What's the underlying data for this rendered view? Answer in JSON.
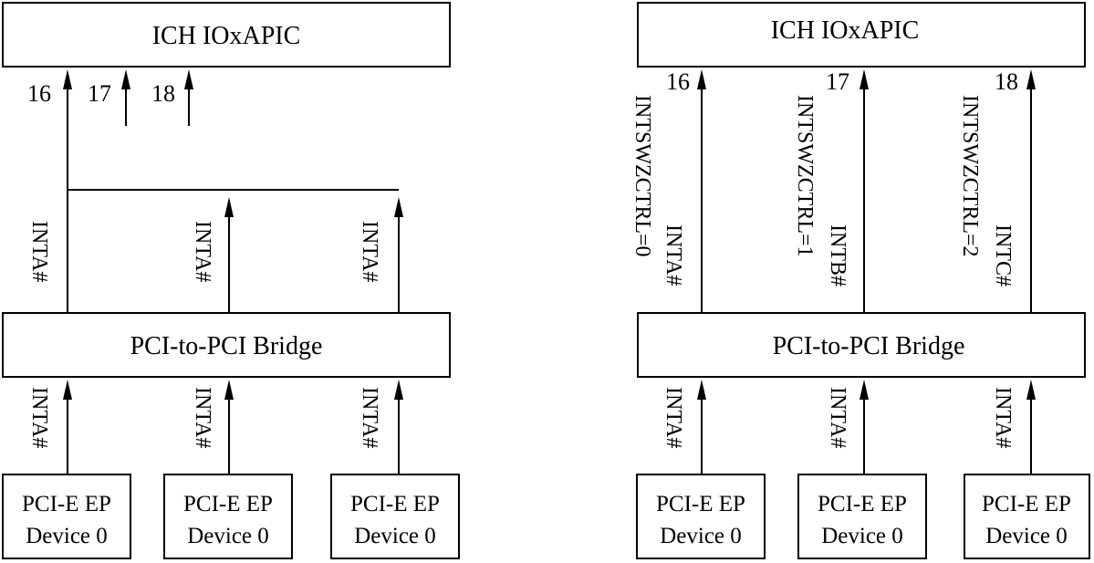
{
  "left": {
    "ioapic": "ICH IOxAPIC",
    "irq": [
      "16",
      "17",
      "18"
    ],
    "bridge": "PCI-to-PCI Bridge",
    "upstream_pins": [
      "INTA#",
      "INTA#",
      "INTA#"
    ],
    "downstream_pins": [
      "INTA#",
      "INTA#",
      "INTA#"
    ],
    "devices": [
      {
        "line1": "PCI-E EP",
        "line2": "Device 0"
      },
      {
        "line1": "PCI-E EP",
        "line2": "Device 0"
      },
      {
        "line1": "PCI-E EP",
        "line2": "Device 0"
      }
    ]
  },
  "right": {
    "ioapic": "ICH IOxAPIC",
    "irq": [
      "16",
      "17",
      "18"
    ],
    "bridge": "PCI-to-PCI Bridge",
    "swizzle": [
      "INTSWZCTRL=0",
      "INTSWZCTRL=1",
      "INTSWZCTRL=2"
    ],
    "upstream_pins": [
      "INTA#",
      "INTB#",
      "INTC#"
    ],
    "downstream_pins": [
      "INTA#",
      "INTA#",
      "INTA#"
    ],
    "devices": [
      {
        "line1": "PCI-E EP",
        "line2": "Device 0"
      },
      {
        "line1": "PCI-E EP",
        "line2": "Device 0"
      },
      {
        "line1": "PCI-E EP",
        "line2": "Device 0"
      }
    ]
  }
}
